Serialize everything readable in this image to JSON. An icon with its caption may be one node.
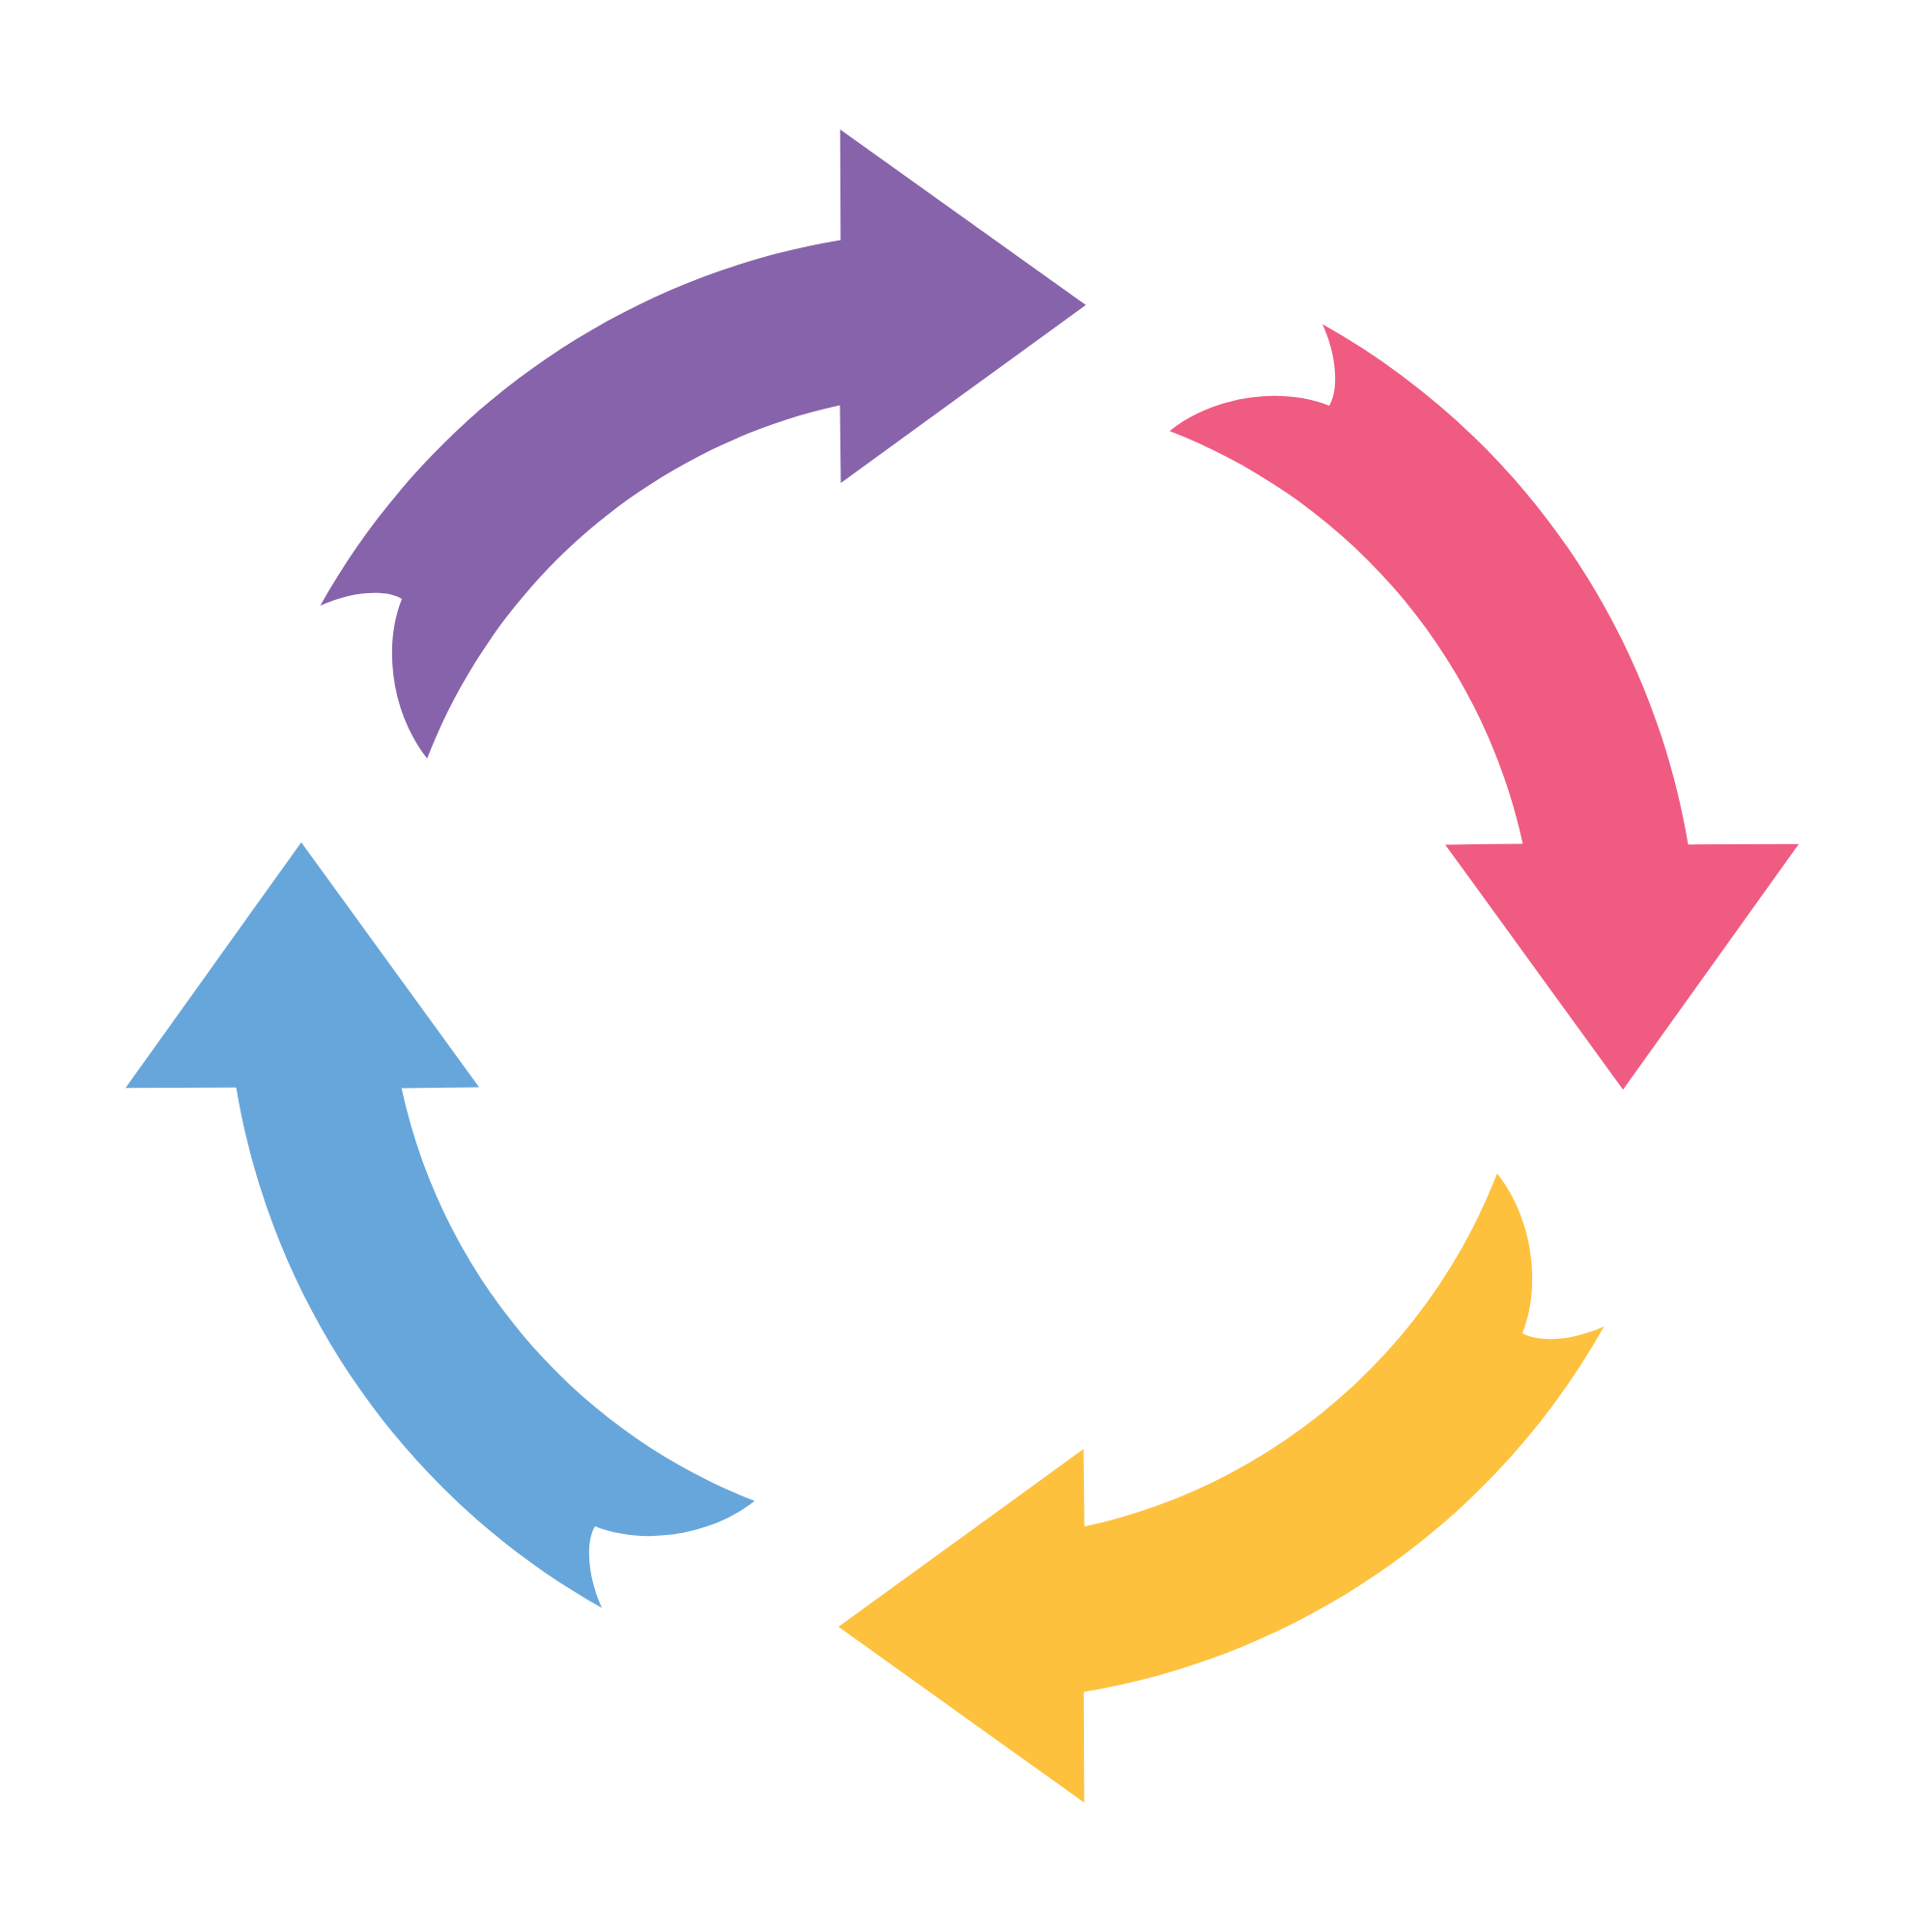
{
  "diagram": {
    "nodes": [
      {
        "text": [],
        "shape": "arrow"
      },
      {
        "text": [],
        "shape": "arrow"
      },
      {
        "text": [],
        "shape": "arrow"
      },
      {
        "text": [],
        "shape": "arrow"
      }
    ]
  }
}
